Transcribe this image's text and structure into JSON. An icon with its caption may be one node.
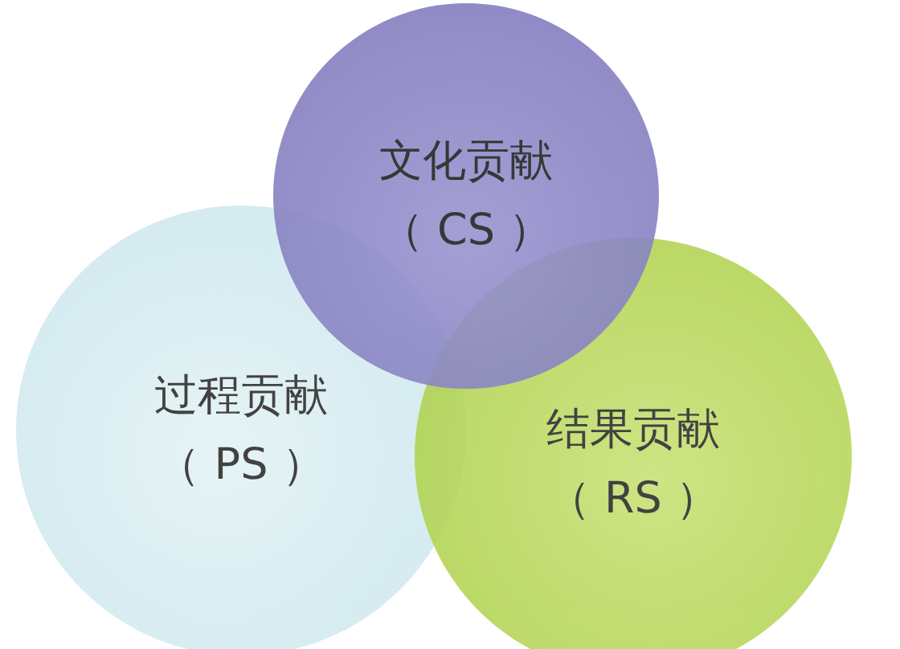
{
  "diagram": {
    "nodes": [
      {
        "text": [
          "文化贡献",
          "（ CS ）"
        ]
      },
      {
        "text": [
          "过程贡献",
          "（ PS ）"
        ]
      },
      {
        "text": [
          "结果贡献",
          "（ RS ）"
        ]
      }
    ]
  }
}
